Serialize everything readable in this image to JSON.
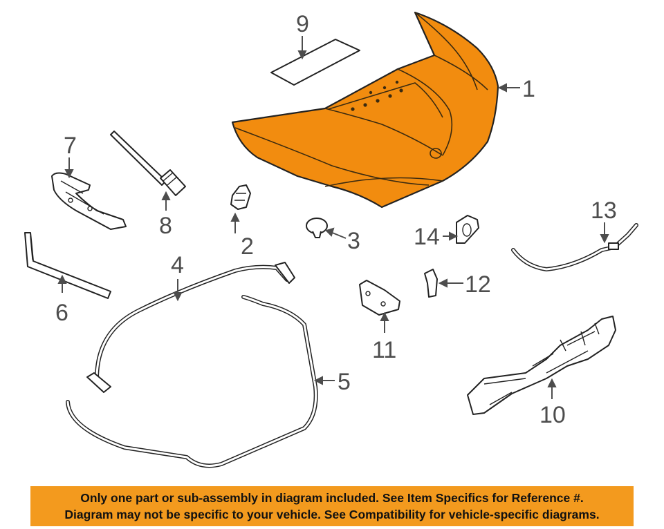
{
  "callouts": {
    "c1": "1",
    "c2": "2",
    "c3": "3",
    "c4": "4",
    "c5": "5",
    "c6": "6",
    "c7": "7",
    "c8": "8",
    "c9": "9",
    "c10": "10",
    "c11": "11",
    "c12": "12",
    "c13": "13",
    "c14": "14"
  },
  "highlight_color": "#f28c0f",
  "disclaimer": {
    "line1": "Only one part or sub-assembly in diagram included. See Item Specifics for Reference #.",
    "line2": "Diagram may not be specific to your vehicle. See Compatibility for vehicle-specific diagrams.",
    "background": "#f39a1e"
  }
}
